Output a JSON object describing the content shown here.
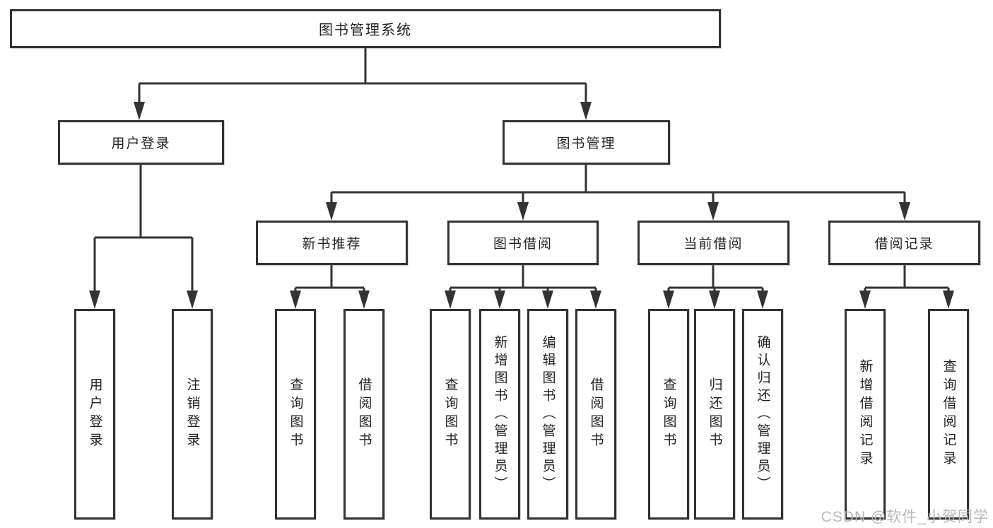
{
  "diagram": {
    "type": "tree-structure-chart",
    "root": "图书管理系统",
    "level2": {
      "user_login": "用户登录",
      "book_management": "图书管理"
    },
    "level3": {
      "new_book_recommend": "新书推荐",
      "book_borrow": "图书借阅",
      "current_borrow": "当前借阅",
      "borrow_record": "借阅记录"
    },
    "leaves": {
      "user_login": "用户登录",
      "logout": "注销登录",
      "recommend_query_book": "查询图书",
      "recommend_borrow_book": "借阅图书",
      "borrow_query_book": "查询图书",
      "borrow_add_book": "新增图书（管理员）",
      "borrow_edit_book": "编辑图书（管理员）",
      "borrow_borrow_book": "借阅图书",
      "current_query_book": "查询图书",
      "current_return_book": "归还图书",
      "current_confirm_return": "确认归还（管理员）",
      "record_add": "新增借阅记录",
      "record_query": "查询借阅记录"
    },
    "hierarchy": {
      "图书管理系统": [
        "用户登录",
        "图书管理"
      ],
      "用户登录": [
        "用户登录",
        "注销登录"
      ],
      "图书管理": [
        "新书推荐",
        "图书借阅",
        "当前借阅",
        "借阅记录"
      ],
      "新书推荐": [
        "查询图书",
        "借阅图书"
      ],
      "图书借阅": [
        "查询图书",
        "新增图书（管理员）",
        "编辑图书（管理员）",
        "借阅图书"
      ],
      "当前借阅": [
        "查询图书",
        "归还图书",
        "确认归还（管理员）"
      ],
      "借阅记录": [
        "新增借阅记录",
        "查询借阅记录"
      ]
    },
    "watermark": "CSDN @软件_小贺同学",
    "colors": {
      "line": "#333333",
      "border": "#333333",
      "text": "#222222",
      "watermark": "#b7b7b7",
      "background": "#ffffff"
    }
  }
}
